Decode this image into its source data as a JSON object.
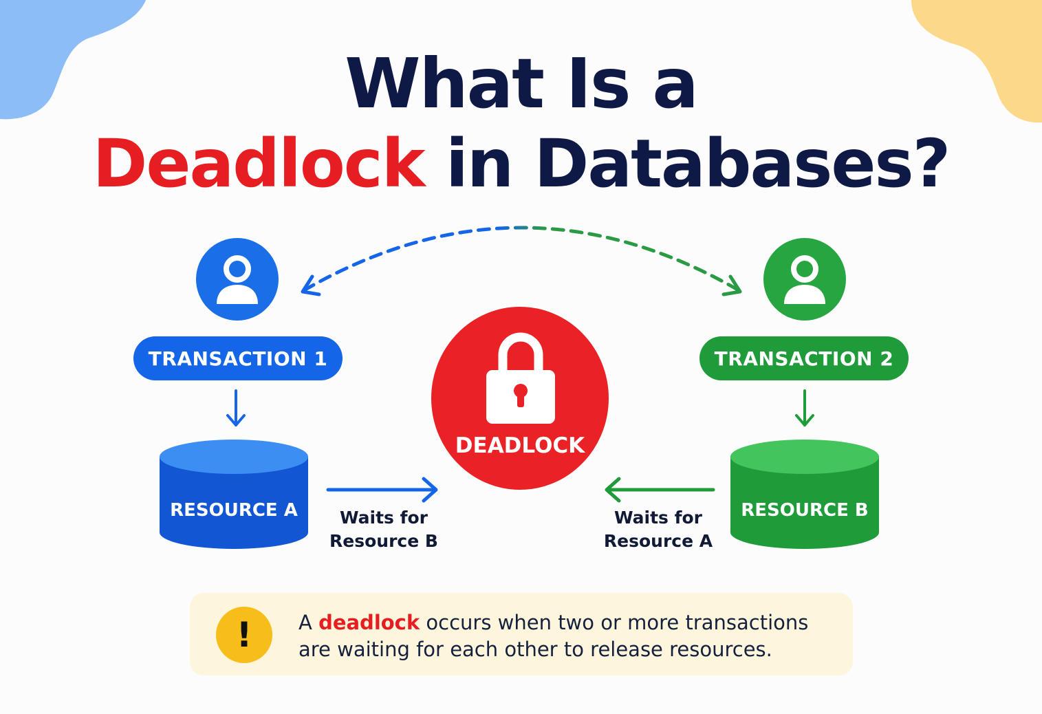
{
  "title": {
    "line1": "What Is a",
    "highlight": "Deadlock",
    "line2_rest": "in Databases?"
  },
  "colors": {
    "blue": "#1565e8",
    "green": "#1f9b3a",
    "red": "#ea2125",
    "navy": "#0e1a45",
    "warning": "#f6bd1b"
  },
  "left": {
    "transaction_label": "TRANSACTION 1",
    "resource_label": "RESOURCE A",
    "wait_line1": "Waits for",
    "wait_line2": "Resource B",
    "icon": "user-icon"
  },
  "right": {
    "transaction_label": "TRANSACTION 2",
    "resource_label": "RESOURCE B",
    "wait_line1": "Waits for",
    "wait_line2": "Resource A",
    "icon": "user-icon"
  },
  "center": {
    "label": "DEADLOCK",
    "icon": "lock-icon"
  },
  "note": {
    "icon": "exclamation-icon",
    "icon_text": "!",
    "prefix": "A ",
    "highlight": "deadlock",
    "rest": " occurs when two or more transactions are waiting for each other to release resources."
  }
}
